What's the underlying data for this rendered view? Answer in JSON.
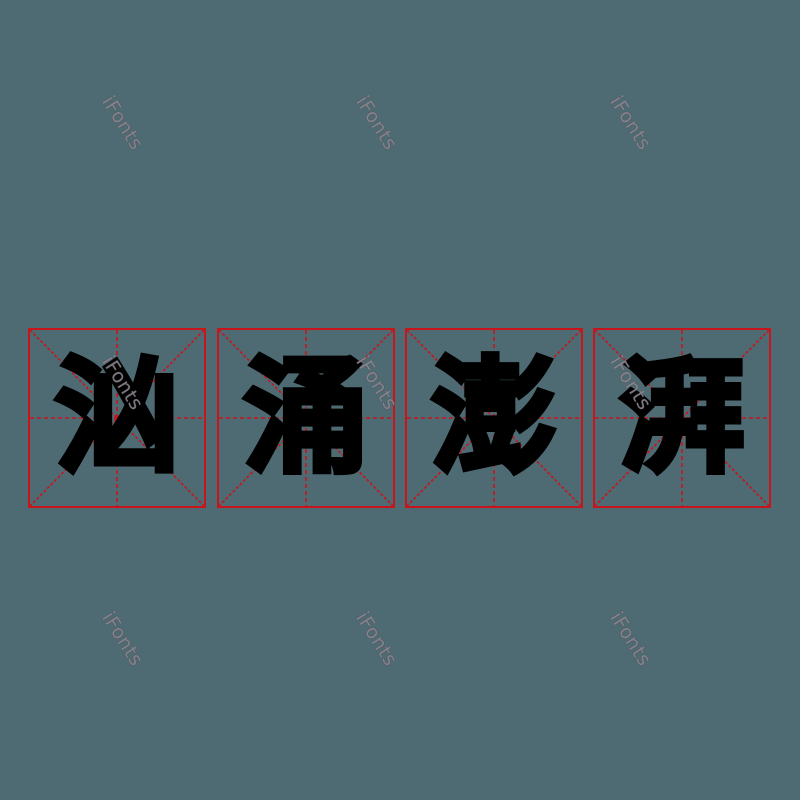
{
  "phrase": {
    "characters": [
      "汹",
      "涌",
      "澎",
      "湃"
    ],
    "grid_color": "#c8151b",
    "ink_color": "#000000"
  },
  "watermark": {
    "text": "iFonts",
    "color": "#8a8590"
  },
  "background_color": "#4e6a72"
}
